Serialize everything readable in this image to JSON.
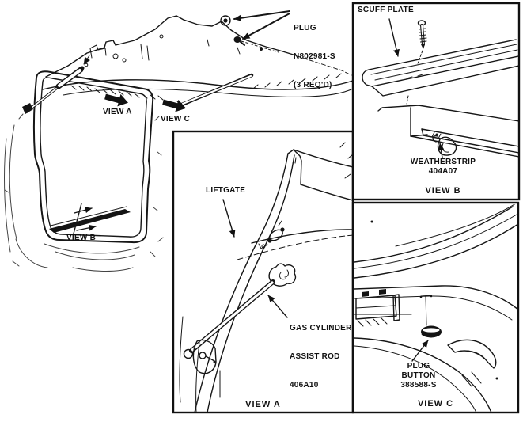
{
  "colors": {
    "background": "#ffffff",
    "ink": "#161616",
    "text": "#111111"
  },
  "main_diagram": {
    "plug_callout": {
      "line1": "PLUG",
      "line2": "N802981-S",
      "line3": "(3 REQ'D)"
    },
    "view_a_label": "VIEW A",
    "view_b_label": "VIEW B",
    "view_c_label": "VIEW C"
  },
  "panel_view_a": {
    "caption": "VIEW A",
    "liftgate_label": "LIFTGATE",
    "gas_cylinder_callout": {
      "line1": "GAS CYLINDER",
      "line2": "ASSIST ROD",
      "line3": "406A10"
    }
  },
  "panel_view_b": {
    "caption": "VIEW B",
    "scuff_plate_label": "SCUFF PLATE",
    "weatherstrip_callout": {
      "line1": "WEATHERSTRIP",
      "line2": "404A07"
    }
  },
  "panel_view_c": {
    "caption": "VIEW C",
    "plug_button_callout": {
      "line1": "PLUG",
      "line2": "BUTTON",
      "line3": "388588-S"
    }
  }
}
